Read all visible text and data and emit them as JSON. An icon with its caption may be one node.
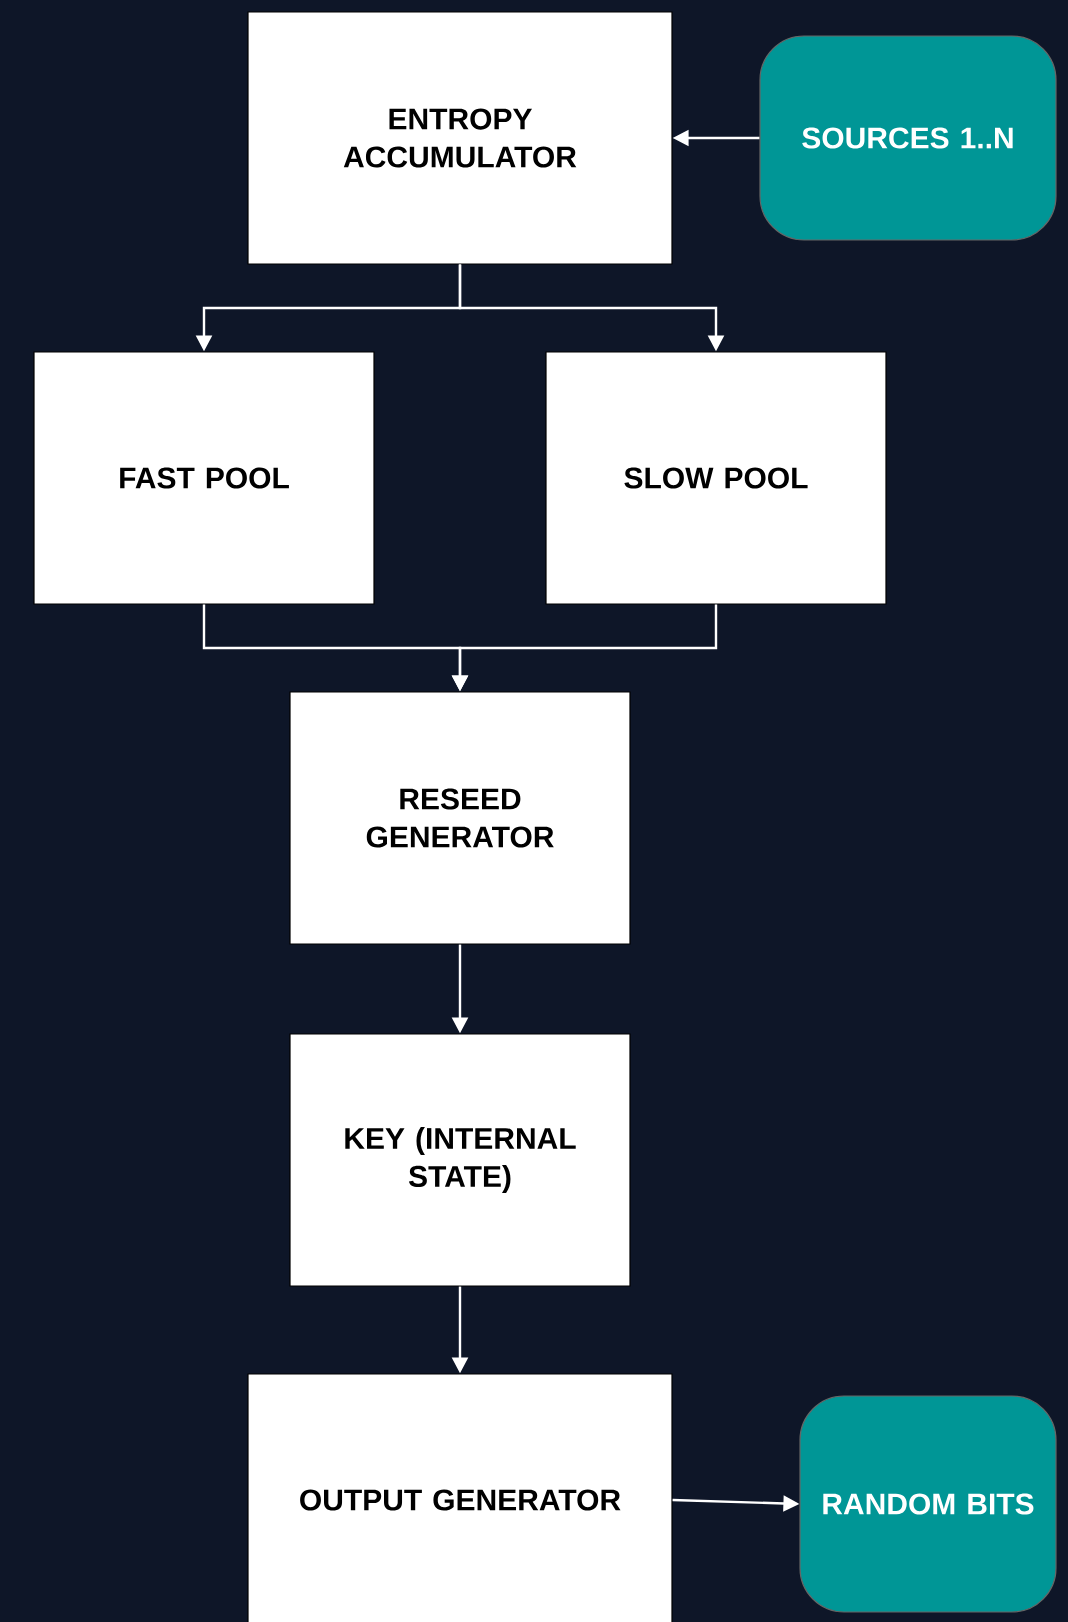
{
  "diagram": {
    "nodes": [
      {
        "text": [
          "ENTROPY ACCUMULATOR"
        ]
      },
      {
        "text": [
          "SOURCES 1..N"
        ]
      },
      {
        "text": [
          "FAST POOL"
        ]
      },
      {
        "text": [
          "SLOW POOL"
        ]
      },
      {
        "text": [
          "RESEED GENERATOR"
        ]
      },
      {
        "text": [
          "KEY (INTERNAL STATE)"
        ]
      },
      {
        "text": [
          "OUTPUT GENERATOR"
        ]
      },
      {
        "text": [
          "RANDOM BITS"
        ]
      }
    ],
    "edges": [
      {
        "from": 1,
        "to": 0,
        "arrow": "to"
      },
      {
        "from": 0,
        "to": 2,
        "arrow": "to"
      },
      {
        "from": 0,
        "to": 3,
        "arrow": "to"
      },
      {
        "from": 2,
        "to": 4,
        "arrow": "to"
      },
      {
        "from": 3,
        "to": 4,
        "arrow": "to"
      },
      {
        "from": 4,
        "to": 5,
        "arrow": "to"
      },
      {
        "from": 5,
        "to": 6,
        "arrow": "to"
      },
      {
        "from": 6,
        "to": 7,
        "arrow": "to"
      }
    ]
  }
}
